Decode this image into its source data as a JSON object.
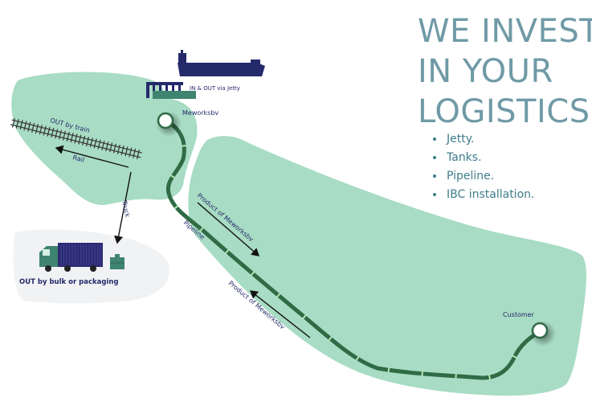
{
  "headline": {
    "line1": "WE INVEST",
    "line2": "IN YOUR",
    "line3": "LOGISTICS!"
  },
  "bullets": [
    "Jetty.",
    "Tanks.",
    "Pipeline.",
    "IBC installation."
  ],
  "labels": {
    "jetty": "IN & OUT via Jetty",
    "meworks": "Meworksbv",
    "out_by_train": "OUT by train",
    "rail": "Rail",
    "truck": "Truck",
    "out_bulk": "OUT by bulk or packaging",
    "product_upper": "Product of Meworksbv",
    "pipeline": "Pipeline",
    "product_lower": "Product of Meworksbv",
    "customer": "Customer"
  },
  "colors": {
    "land": "#a8dcc4",
    "pipeline": "#2f6b45",
    "pipeline_joint": "#b9e3b2",
    "ship": "#252a6b",
    "container": "#2b2a72",
    "truck_cab": "#3f8470",
    "headline": "#6f9aa6",
    "text": "#252a6b"
  }
}
